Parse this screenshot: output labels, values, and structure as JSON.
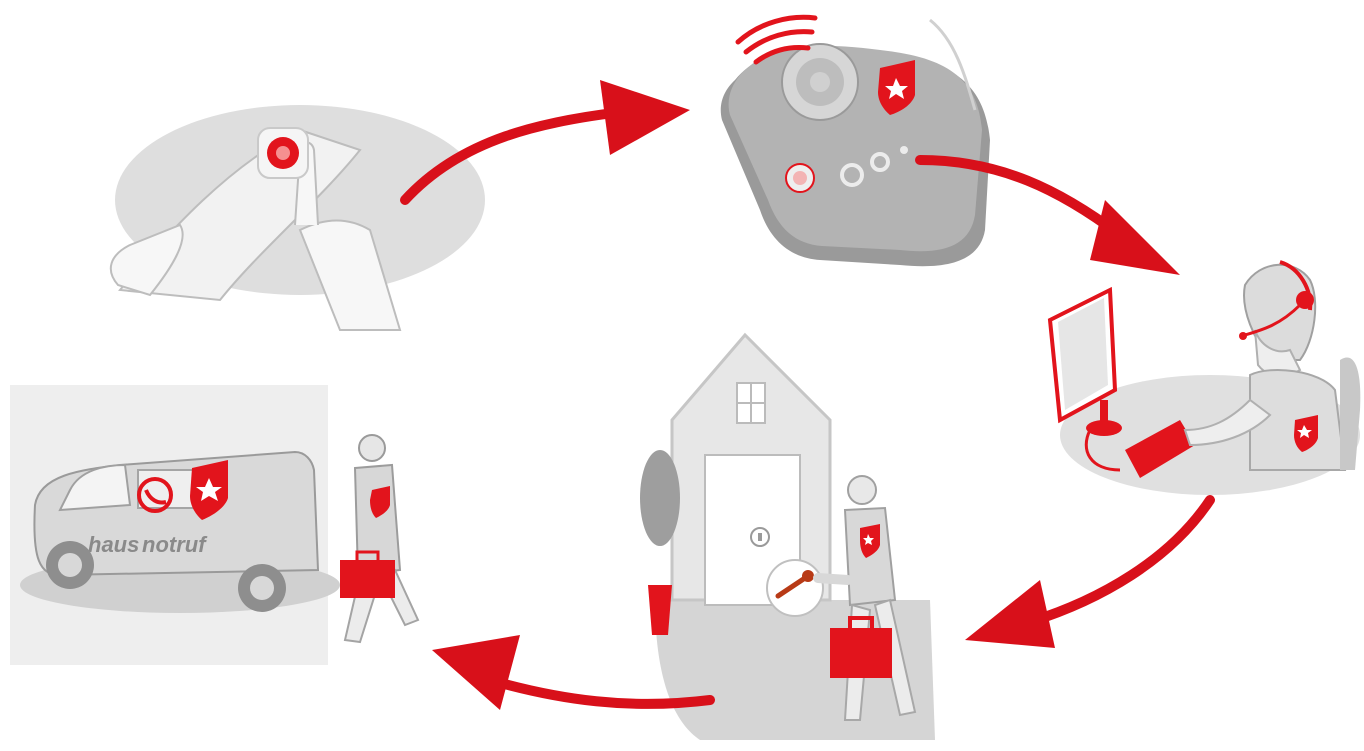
{
  "colors": {
    "accent_red": "#e2141c",
    "arrow_red": "#d8101a",
    "gray_light": "#e4e4e4",
    "gray_mid": "#c8c8c8",
    "gray_dark": "#8e8e8e",
    "white": "#ffffff"
  },
  "scenes": [
    {
      "id": "press-button",
      "icon": "wrist-alarm-button-icon"
    },
    {
      "id": "base-station",
      "icon": "emergency-base-station-icon"
    },
    {
      "id": "call-center",
      "icon": "call-center-operator-icon"
    },
    {
      "id": "house-visit",
      "icon": "house-key-visit-icon"
    },
    {
      "id": "service-van",
      "icon": "service-van-icon"
    }
  ],
  "van": {
    "text_part1": "haus",
    "text_part2": "notruf"
  }
}
